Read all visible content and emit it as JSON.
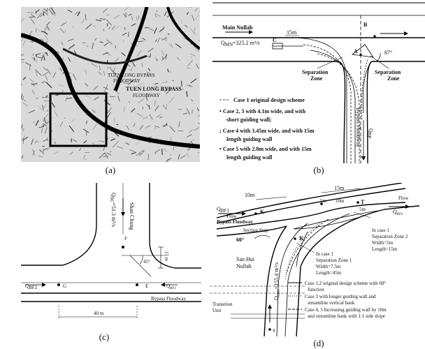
{
  "captions": {
    "a": "(a)",
    "b": "(b)",
    "c": "(c)",
    "d": "(d)"
  },
  "panel_a": {
    "labels": [
      "TUEN LONG BYPASS",
      "FLOODWAY",
      "TUEN LONG BYPASS",
      "FLOODWAY"
    ]
  },
  "panel_b": {
    "main_nullah": "Main Nullah",
    "q_main": "Q",
    "q_main_sub": "MN",
    "q_main_val": "=325.2 m³/s",
    "point_c": "C",
    "point_b": "B",
    "point_a": "A",
    "dim_15m": "15m",
    "angle": "87°",
    "sep_zone_left": [
      "Separation",
      "Zone"
    ],
    "sep_zone_right": [
      "Separation",
      "Zone"
    ],
    "bypass": "Bypass Floodway",
    "q_bp": "Q",
    "q_bp_sub": "BP",
    "legend": [
      "Case 1 original design scheme",
      "Case 2, 3 with 4.1m wide, and with",
      "short guiding wall;",
      "Case 4 with 3.45m wide, and with 15m",
      "length guiding wall",
      "Case 5 with 2.8m wide, and with 15m",
      "length guiding wall"
    ]
  },
  "panel_c": {
    "shan_chung": "Shan Chung",
    "q_sc": "Q",
    "q_sc_sub": "SC",
    "q_sc_val": "=51.3 m³/s",
    "point_f": "F",
    "angle": "45°",
    "dim_15": "15 m",
    "q_bf2": "Q",
    "q_bf2_sub": "BF2",
    "q_bf1": "Q",
    "q_bf1_sub": "BF1",
    "point_g": "G",
    "point_e": "E",
    "bypass": "Bypass Floodway",
    "dim_40": "40 m"
  },
  "panel_d": {
    "dim_10m": "10m",
    "dim_15m": "15m",
    "dim_5m_a": "5m",
    "dim_5m_b": "5m",
    "dim_10m_b": "10m",
    "q_bf1": "Q",
    "q_bf1_sub": "BF1",
    "flow_left": "Flow",
    "bypass": "Bypass Floodway",
    "point_k": "K",
    "point_t": "T",
    "flow_right": "Flow",
    "q_bf2": "Q",
    "q_bf2_sub": "BF2",
    "angle": "60°",
    "section_stop": "Section Stop",
    "point_r": "R",
    "case1_zone2": [
      "In case 1",
      "Separation Zone 2",
      "Width=5m",
      "Length=15m"
    ],
    "case1_zone1": [
      "In case 1",
      "Separation Zone 1",
      "Width=7.5m",
      "Length=45m"
    ],
    "san_hui": [
      "San Hui",
      "Nullah"
    ],
    "transition": [
      "Transition",
      "Unit"
    ],
    "q_shn": "Q",
    "q_shn_sub": "SHN",
    "q_shn_val": "=155.4 m³/s",
    "point_s": "S",
    "legend": [
      "Case 1,2 original design scheme with 60°",
      "Junction",
      "Case 3 with longer guiding wall and",
      "streamline vertical bank",
      "Case 4, 5 Increasing guiding wall by 10m",
      "and streamline bank with 1:1 side slope"
    ]
  }
}
